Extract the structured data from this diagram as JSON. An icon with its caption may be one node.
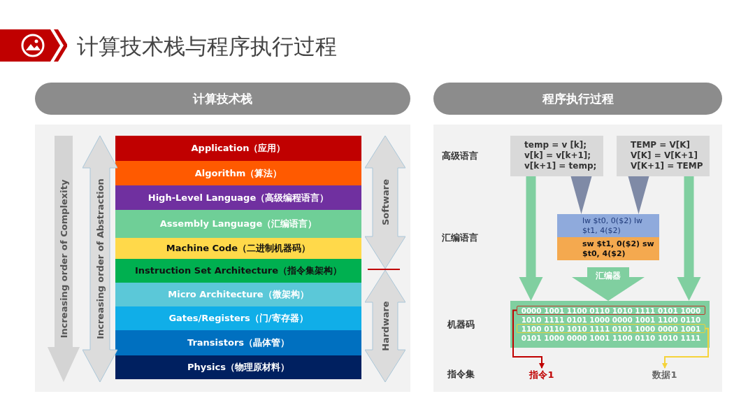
{
  "diagram": {
    "title": "计算技术栈与程序执行过程",
    "nodes": [
      {
        "text": [
          "计算技术栈"
        ]
      },
      {
        "text": [
          "Application（应用）"
        ],
        "in": 0
      },
      {
        "text": [
          "Algorithm（算法）"
        ],
        "in": 0
      },
      {
        "text": [
          "High-Level Language（高级编程语言）"
        ],
        "in": 0
      },
      {
        "text": [
          "Assembly Language（汇编语言）"
        ],
        "in": 0
      },
      {
        "text": [
          "Machine Code（二进制机器码）"
        ],
        "in": 0
      },
      {
        "text": [
          "Instruction Set Architecture（指令集架构）"
        ],
        "in": 0
      },
      {
        "text": [
          "Micro Architecture（微架构）"
        ],
        "in": 0
      },
      {
        "text": [
          "Gates/Registers（门/寄存器）"
        ],
        "in": 0
      },
      {
        "text": [
          "Transistors（晶体管）"
        ],
        "in": 0
      },
      {
        "text": [
          "Physics（物理原材料）"
        ],
        "in": 0
      },
      {
        "text": [
          "Increasing order of Complexity"
        ],
        "in": 0
      },
      {
        "text": [
          "Increasing order of Abstraction"
        ],
        "in": 0
      },
      {
        "text": [
          "Software"
        ],
        "in": 0
      },
      {
        "text": [
          "Hardware"
        ],
        "in": 0
      },
      {
        "text": [
          "程序执行过程"
        ]
      },
      {
        "text": [
          "temp = v [k];",
          "v[k] = v[k+1];",
          "v[k+1] = temp;"
        ],
        "in": 15
      },
      {
        "text": [
          "TEMP = V[K]",
          "V[K] = V[K+1]",
          "V[K+1] = TEMP"
        ],
        "in": 15
      },
      {
        "text": [
          "lw $t0, 0($2) lw $t1, 4($2)",
          "sw $t1, 0($2) sw $t0, 4($2)"
        ],
        "in": 15
      },
      {
        "text": [],
        "shape": "box",
        "in": 15
      },
      {
        "text": [
          "0000 1001 1100 0110 1010 1111 0101 1000"
        ],
        "in": 19
      },
      {
        "text": [
          "1010 1111 0101 1000 0000 1001 1100 0110"
        ],
        "in": 19
      },
      {
        "text": [
          "1100 0110 1010 1111 0101 1000 0000 1001"
        ],
        "in": 19
      },
      {
        "text": [
          "0101 1000 0000 1001 1100 0110 1010 1111"
        ],
        "in": 19
      },
      {
        "text": [
          "指令1"
        ],
        "in": 15
      },
      {
        "text": [
          "数据1"
        ],
        "in": 15
      }
    ],
    "edges": [
      {
        "from": 16,
        "to": 18,
        "arrow": "to",
        "color": "#7f8aa6"
      },
      {
        "from": 17,
        "to": 18,
        "arrow": "to",
        "color": "#7f8aa6"
      },
      {
        "from": 16,
        "to": 19,
        "arrow": "to"
      },
      {
        "from": 17,
        "to": 19,
        "arrow": "to"
      },
      {
        "from": 18,
        "to": 19,
        "arrow": "to",
        "label": "汇编器"
      },
      {
        "from": 20,
        "to": 24,
        "arrow": "to",
        "color": "#c00000"
      },
      {
        "from": 22,
        "to": 25,
        "arrow": "to",
        "color": "#f5d33a"
      }
    ],
    "labels": [
      "高级语言",
      "汇编语言",
      "机器码",
      "指令集"
    ]
  }
}
